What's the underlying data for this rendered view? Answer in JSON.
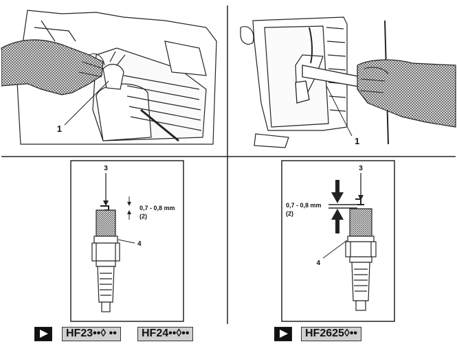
{
  "panels": {
    "top_left": {
      "callout": "1"
    },
    "top_right": {
      "callout": "1"
    },
    "bottom_left": {
      "electrode_callout": "3",
      "gap_value": "0,7 - 0,8 mm",
      "gap_callout": "(2)",
      "washer_callout": "4"
    },
    "bottom_right": {
      "electrode_callout": "3",
      "gap_value": "0,7 - 0,8 mm",
      "gap_callout": "(2)",
      "washer_callout": "4"
    }
  },
  "models": {
    "left": [
      "HF23••◊ ••",
      "HF24••◊••"
    ],
    "right": [
      "HF2625◊••"
    ]
  },
  "colors": {
    "ink": "#111111",
    "tag_fill": "#cfcfcf",
    "glove": "#6a6a6a"
  }
}
